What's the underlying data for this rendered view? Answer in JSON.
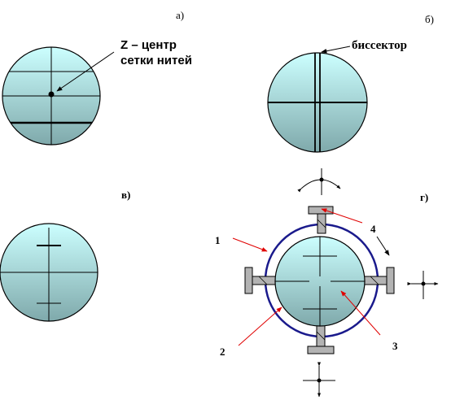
{
  "panels": {
    "a": {
      "label": "а)",
      "annotation_line1": "Z – центр",
      "annotation_line2": "сетки нитей"
    },
    "b": {
      "label": "б)",
      "annotation": "биссектор"
    },
    "v": {
      "label": "в)"
    },
    "g": {
      "label": "г)",
      "callouts": [
        "1",
        "2",
        "3",
        "4"
      ]
    }
  },
  "colors": {
    "lens_top": "#ccffff",
    "lens_bottom": "#7fa9ab",
    "ring": "#1a1a8c",
    "callout_arrow": "#e00000",
    "screw_fill": "#b3b3b3"
  }
}
